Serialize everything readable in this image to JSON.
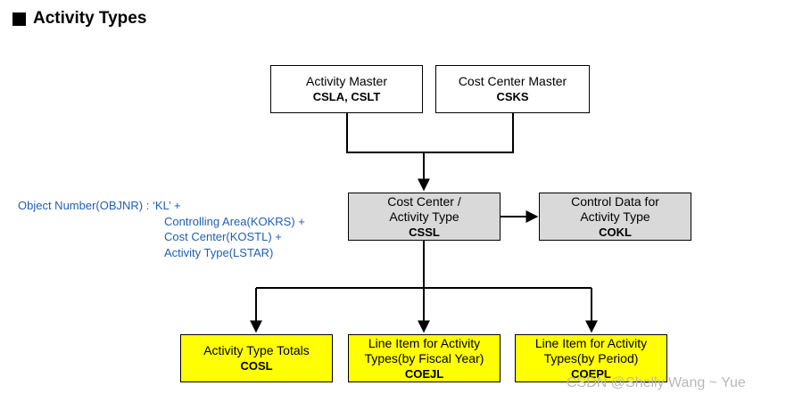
{
  "title": "Activity Types",
  "boxes": {
    "activity_master": {
      "label": "Activity Master",
      "code": "CSLA, CSLT"
    },
    "cost_center_master": {
      "label": "Cost Center Master",
      "code": "CSKS"
    },
    "cost_center_activity": {
      "line1": "Cost Center /",
      "line2": "Activity Type",
      "code": "CSSL"
    },
    "control_data": {
      "line1": "Control Data for",
      "line2": "Activity Type",
      "code": "COKL"
    },
    "totals": {
      "label": "Activity Type Totals",
      "code": "COSL"
    },
    "line_item_fiscal": {
      "line1": "Line Item for Activity",
      "line2": "Types(by Fiscal Year)",
      "code": "COEJL"
    },
    "line_item_period": {
      "line1": "Line Item for Activity",
      "line2": "Types(by Period)",
      "code": "COEPL"
    }
  },
  "note": {
    "line1": "Object Number(OBJNR) : ‘KL’ +",
    "line2": "Controlling Area(KOKRS) +",
    "line3": "Cost Center(KOSTL) +",
    "line4": "Activity Type(LSTAR)"
  },
  "watermark": "CSDN @Shelly Wang ~ Yue",
  "colors": {
    "grey_box": "#d9d9d9",
    "yellow_box": "#ffff00",
    "note_text": "#1f5fb4"
  }
}
